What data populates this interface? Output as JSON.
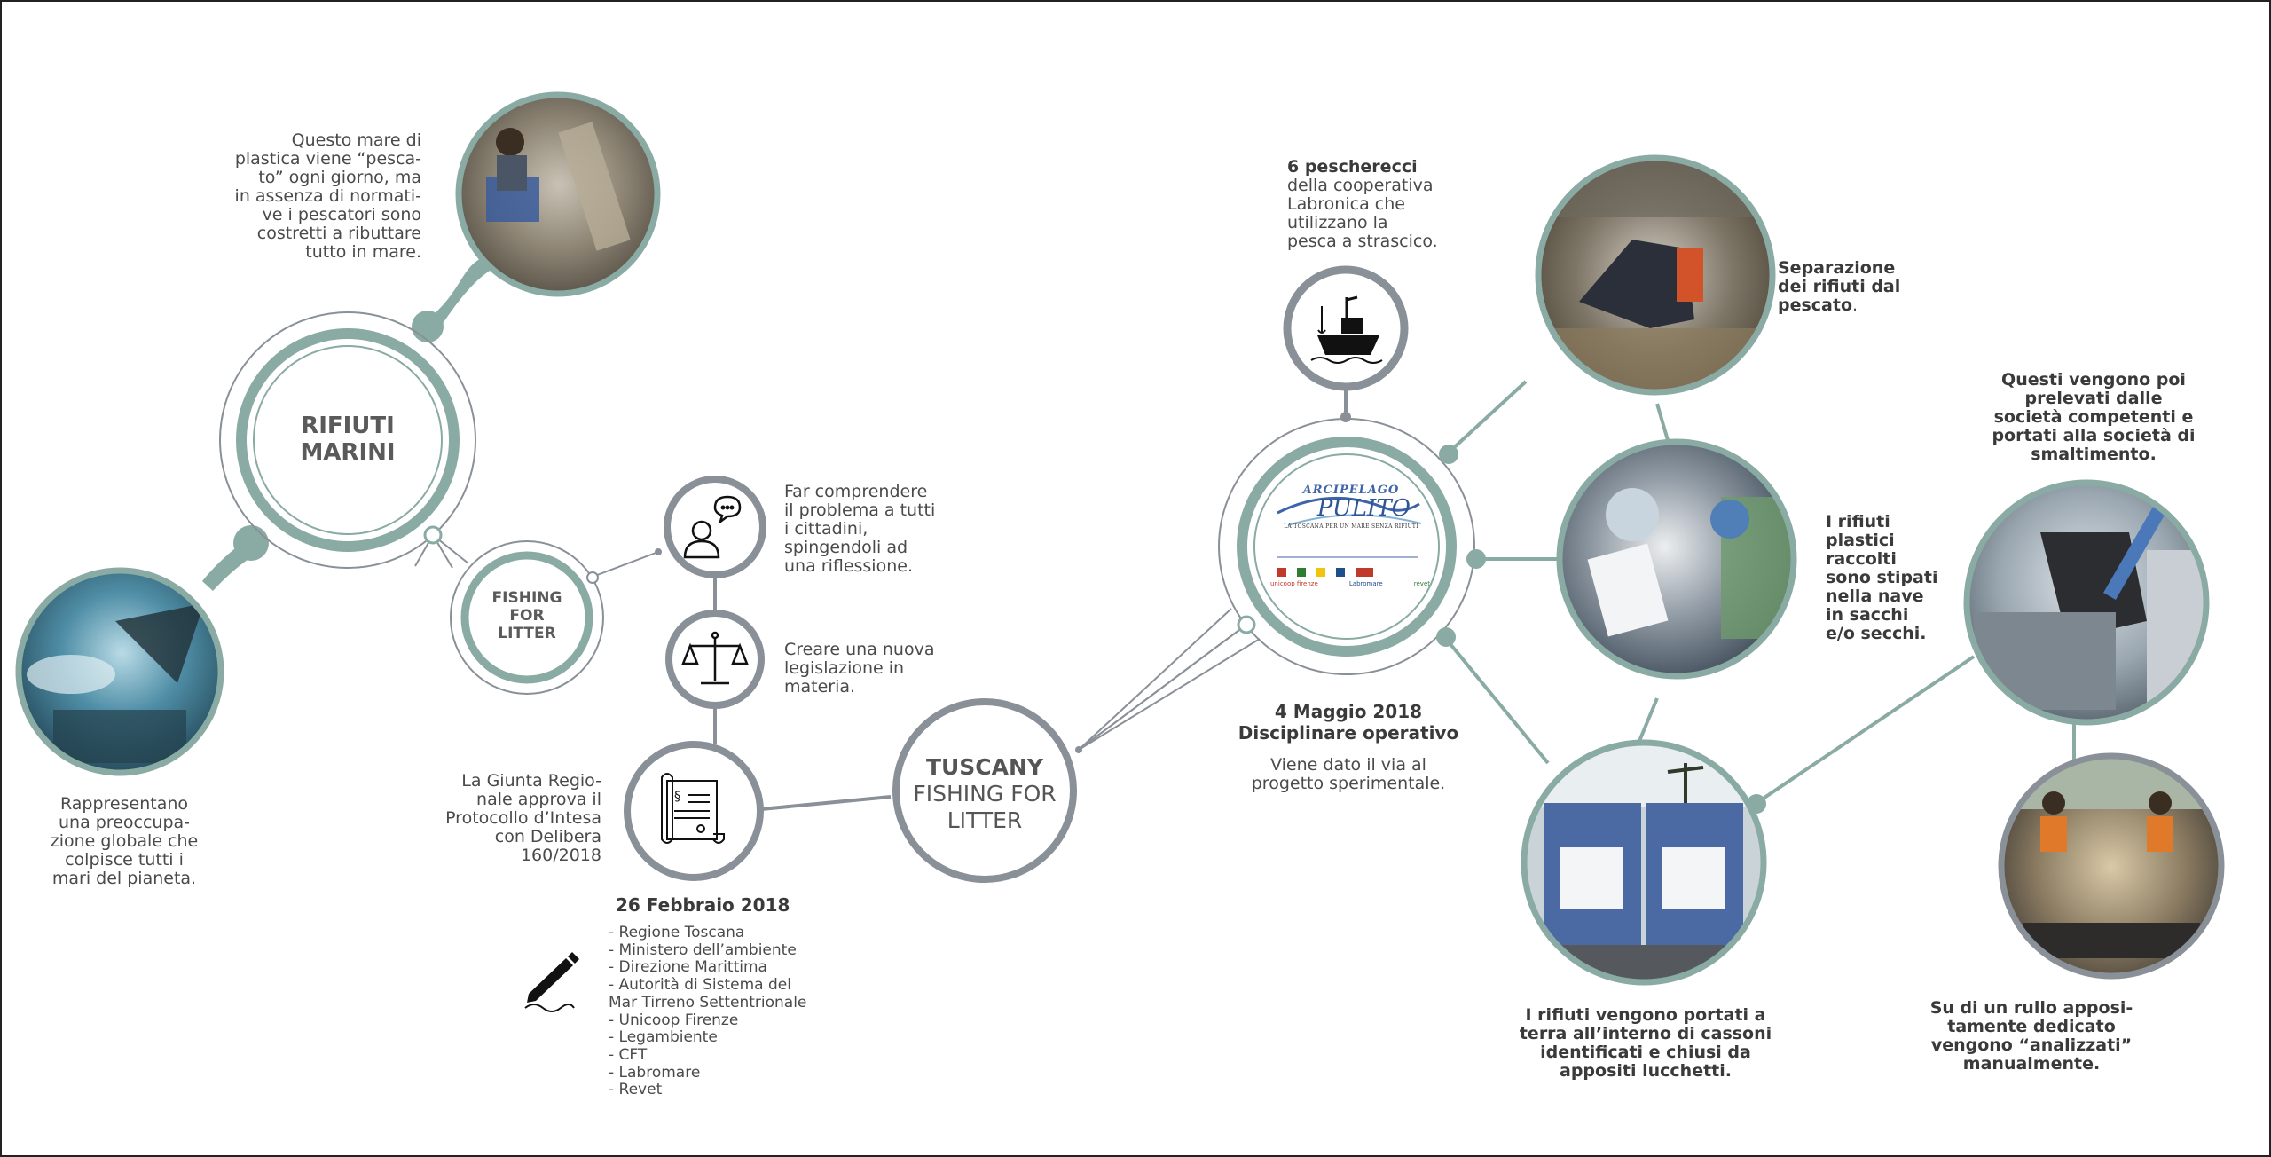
{
  "colors": {
    "teal": "#8aaaa4",
    "gray": "#8a9098",
    "dark": "#3a3a3a"
  },
  "nodes": {
    "rifiuti": "RIFIUTI\nMARINI",
    "fishing": "FISHING\nFOR\nLITTER",
    "tuscany_top": "TUSCANY",
    "tuscany_rest": "FISHING FOR\nLITTER",
    "logo": {
      "arcipelago": "ARCIPELAGO",
      "pulito": "PULITO",
      "tagline": "LA TOSCANA PER UN MARE SENZA RIFIUTI",
      "sponsor1": "unicoop firenze",
      "sponsor2": "Labromare",
      "sponsor3": "revet"
    }
  },
  "texts": {
    "plastic_fished": "Questo mare di\nplastica viene “pesca-\nto” ogni giorno, ma\nin assenza di normati-\nve i pescatori sono\ncostretti a ributtare\ntutto in mare.",
    "global_concern": "Rappresentano\nuna preoccupa-\nzione globale che\ncolpisce tutti i\nmari del pianeta.",
    "understand": "Far comprendere\nil problema a tutti\ni cittadini,\nspingendoli ad\nuna riflessione.",
    "legislation": "Creare una nuova\nlegislazione in\nmateria.",
    "giunta": "La Giunta Regio-\nnale approva il\nProtocollo d’Intesa\ncon Delibera\n160/2018",
    "date_feb": "26 Febbraio 2018",
    "signatories": [
      "- Regione Toscana",
      "- Ministero dell’ambiente",
      "- Direzione Marittima",
      "- Autorità di Sistema del",
      "Mar Tirreno Settentrionale",
      "- Unicoop Firenze",
      "- Legambiente",
      "- CFT",
      "- Labromare",
      "- Revet"
    ],
    "boats_bold": "6 pescherecci",
    "boats_rest": "della cooperativa\nLabronica che\nutilizzano la\npesca a strascico.",
    "may_date": "4 Maggio 2018",
    "may_title": "Disciplinare operativo",
    "may_desc": "Viene dato il via al\nprogetto sperimentale.",
    "separation_bold": "Separazione\ndei rifiuti dal\npescato",
    "separation_dot": ".",
    "stowed": "I rifiuti\nplastici\nraccolti\nsono stipati\nnella nave\nin sacchi\ne/o secchi.",
    "landed": "I rifiuti vengono portati a\nterra all’interno di cassoni\nidentificati e chiusi da\nappositi lucchetti.",
    "collected": "Questi vengono poi\nprelevati dalle\nsocietà competenti e\nportati alla società di\nsmaltimento.",
    "analyzed": "Su di un rullo apposi-\ntamente dedicato\nvengono “analizzati”\nmanualmente."
  },
  "icons": [
    "fishing-boat-icon",
    "person-thinking-icon",
    "scales-icon",
    "scroll-document-icon",
    "pen-signature-icon"
  ]
}
